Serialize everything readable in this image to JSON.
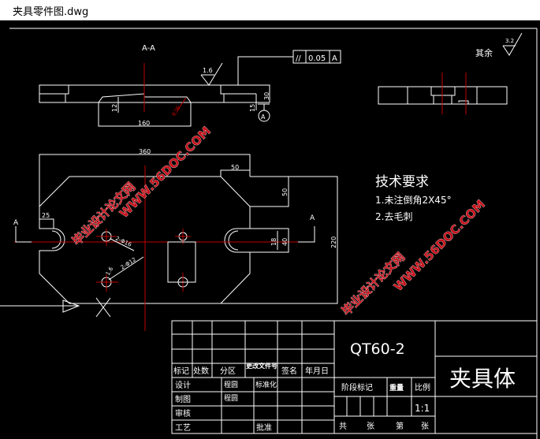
{
  "window": {
    "title": "夹具零件图.dwg"
  },
  "drawing": {
    "section_label": "A-A",
    "roughness_main": "1.6",
    "tolerance": {
      "symbol": "//",
      "value": "0.05",
      "datum": "A"
    },
    "datum_label": "A",
    "dims_section": {
      "d12": "12",
      "d160": "160",
      "r36": "R36",
      "d30": "30",
      "d15": "15"
    },
    "dims_plan": {
      "d360": "360",
      "d50h": "50",
      "d50v": "50",
      "d25": "25",
      "d18": "18",
      "d40": "40",
      "d220": "220",
      "hole1": "2-Φ16",
      "hole2": "2-Φ12",
      "rough2": "1.6"
    },
    "section_marks": [
      "A",
      "A"
    ],
    "other_roughness": {
      "label": "其余",
      "value": "3.2"
    },
    "tech_req": {
      "title": "技术要求",
      "items": [
        "1.未注倒角2X45°",
        "2.去毛刺"
      ]
    }
  },
  "title_block": {
    "material": "QT60-2",
    "part_name": "夹具体",
    "headers": [
      "标记",
      "处数",
      "分区",
      "更改文件号",
      "签名",
      "年月日"
    ],
    "roles": [
      "设计",
      "制图",
      "审核",
      "工艺"
    ],
    "designer_names": [
      "程圆",
      "程圆"
    ],
    "standardize": "标准化",
    "approve": "批准",
    "stage_mark": "阶段标记",
    "weight": "重量",
    "scale_label": "比例",
    "scale": "1:1",
    "sheets": [
      "共",
      "张",
      "第",
      "张"
    ]
  },
  "watermark": {
    "cn": "毕业设计论文网",
    "url": "WWW.56DOC.COM"
  }
}
